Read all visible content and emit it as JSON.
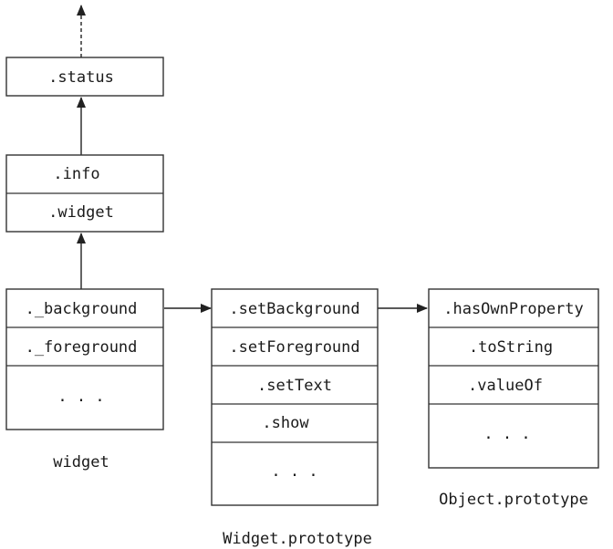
{
  "status_object": {
    "rows": [
      ".status"
    ]
  },
  "info_object": {
    "rows": [
      ".info",
      ".widget"
    ]
  },
  "widget_instance": {
    "rows": [
      "._background",
      "._foreground",
      ". . ."
    ],
    "caption": "widget"
  },
  "widget_prototype": {
    "rows": [
      ".setBackground",
      ".setForeground",
      ".setText",
      ".show",
      ". . ."
    ],
    "caption": "Widget.prototype"
  },
  "object_prototype": {
    "rows": [
      ".hasOwnProperty",
      ".toString",
      ".valueOf",
      ". . ."
    ],
    "caption": "Object.prototype"
  }
}
